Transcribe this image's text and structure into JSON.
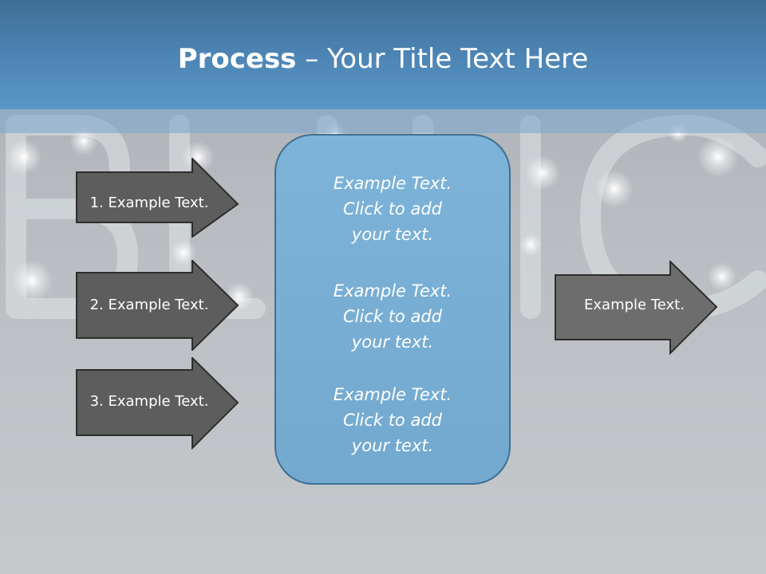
{
  "slide": {
    "title_bold": "Process",
    "title_rest": " – Your Title Text Here",
    "colors": {
      "header": "#4e86b6",
      "center_box": "#77aed3",
      "arrow_fill": "#5d5d5d",
      "arrow_right_fill": "#6d6d6d",
      "background": "#bec1c5"
    }
  },
  "left_arrows": [
    {
      "label": "1. Example Text."
    },
    {
      "label": "2. Example Text."
    },
    {
      "label": "3. Example Text."
    }
  ],
  "center_box": {
    "items": [
      {
        "line1": "Example Text.",
        "line2": "Click  to add",
        "line3": "your text."
      },
      {
        "line1": "Example Text.",
        "line2": "Click  to add",
        "line3": "your text."
      },
      {
        "line1": "Example Text.",
        "line2": "Click  to add",
        "line3": "your text."
      }
    ]
  },
  "right_arrow": {
    "label": "Example Text."
  }
}
